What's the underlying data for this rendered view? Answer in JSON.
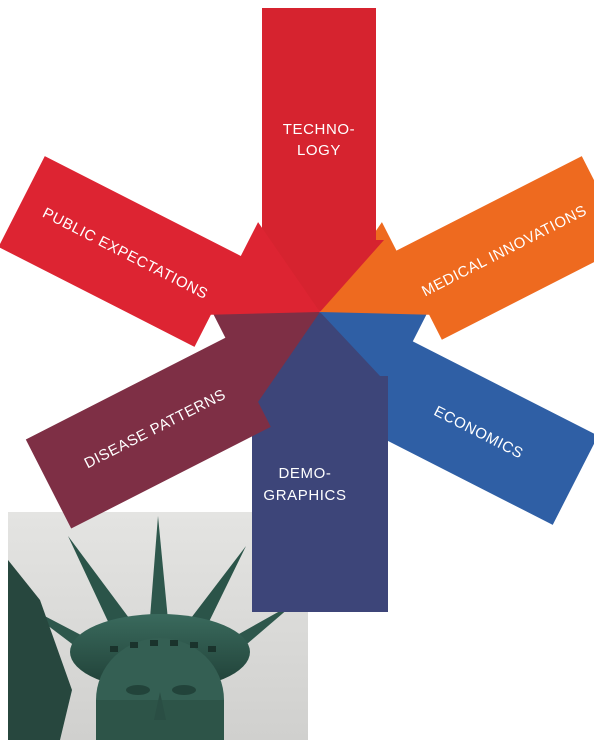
{
  "arrows": {
    "technology": {
      "line1": "TECHNO-",
      "line2": "LOGY",
      "color": "#d6232f"
    },
    "public_expectations": {
      "label": "PUBLIC EXPECTATIONS",
      "color": "#dd2432"
    },
    "medical_innovations": {
      "label": "MEDICAL INNOVATIONS",
      "color": "#ee6a1f"
    },
    "economics": {
      "label": "ECONOMICS",
      "color": "#2f5fa5"
    },
    "demographics": {
      "line1": "DEMO-",
      "line2": "GRAPHICS",
      "color": "#3d4579"
    },
    "disease_patterns": {
      "label": "DISEASE PATTERNS",
      "color": "#7e2f45"
    }
  },
  "photo": {
    "subject": "statue-of-liberty-crown",
    "sky_color": "#dcdcda",
    "statue_color": "#2b5449"
  }
}
